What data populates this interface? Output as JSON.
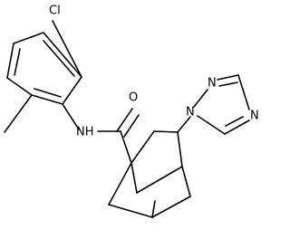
{
  "molecule": {
    "atoms": {
      "cl": "Cl",
      "nh": "NH",
      "o": "O",
      "n_triazole_1": "N",
      "n_triazole_2": "N",
      "n_triazole_4": "N"
    },
    "colors": {
      "bond": "#000000",
      "label": "#000000",
      "background": "#ffffff"
    }
  }
}
